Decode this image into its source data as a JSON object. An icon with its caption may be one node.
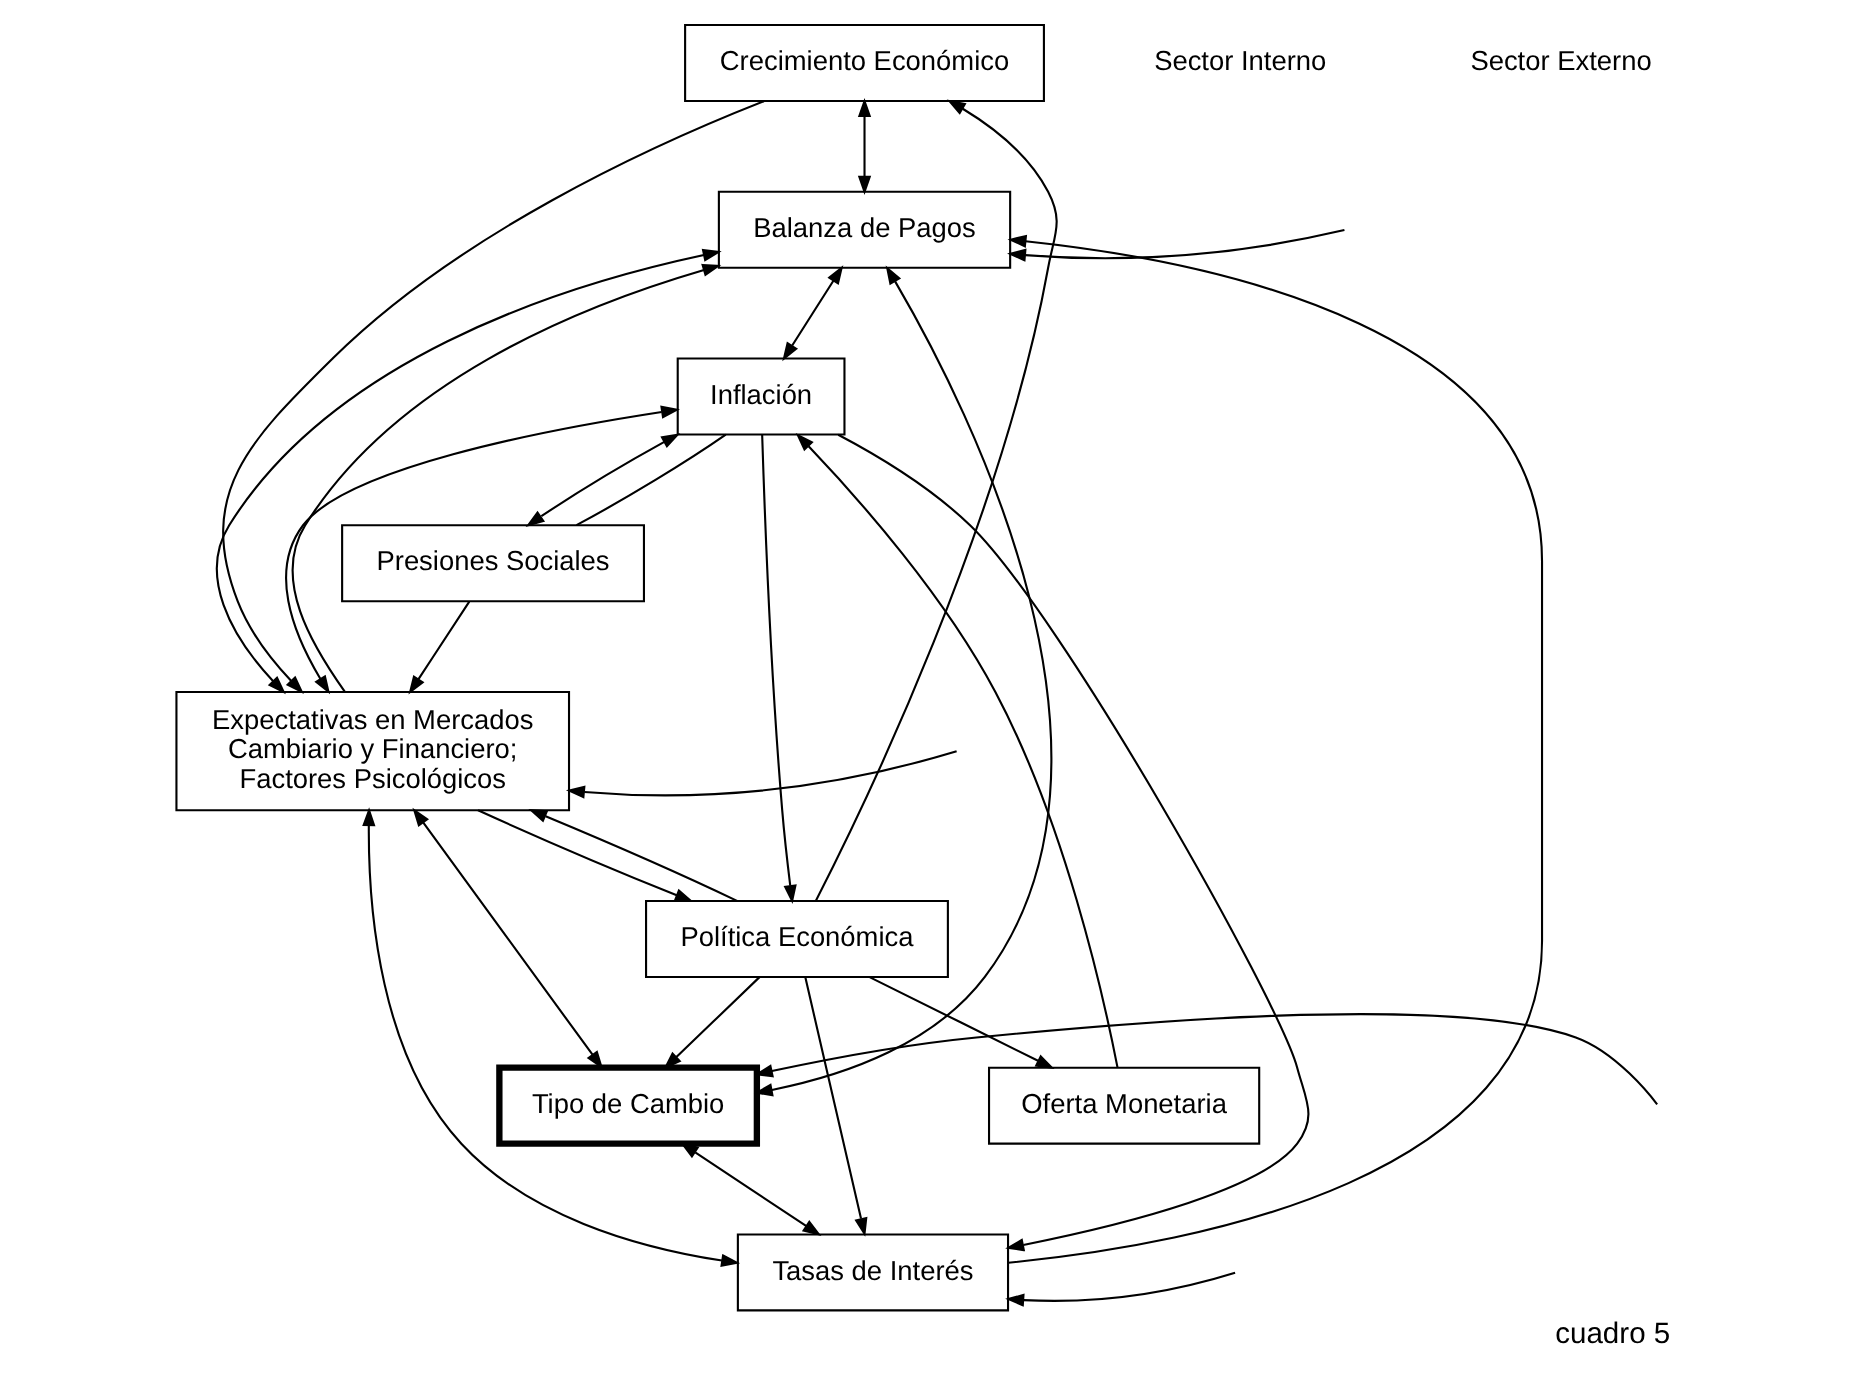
{
  "diagram": {
    "caption": "cuadro 5",
    "nodes": [
      {
        "text": [
          "Crecimiento Económico"
        ]
      },
      {
        "text": [
          "Balanza de Pagos"
        ]
      },
      {
        "text": [
          "Expectativas en Mercados Cambiario y Financiero; Factores Psicológicos"
        ]
      },
      {
        "text": [
          "Política Económica"
        ]
      },
      {
        "text": [
          "Tipo de Cambio"
        ]
      },
      {
        "text": [
          "Oferta Monetaria"
        ]
      },
      {
        "text": [
          "Inflación"
        ]
      },
      {
        "text": [
          "Tasas de Interés"
        ]
      },
      {
        "text": [
          "Presiones Sociales"
        ]
      }
    ],
    "edges": [
      {
        "from": 0,
        "to": 1,
        "arrow": "both"
      },
      {
        "from": 0,
        "to": 2,
        "arrow": "to"
      },
      {
        "from": 3,
        "to": 0,
        "arrow": "to"
      },
      {
        "from": 3,
        "to": 2,
        "arrow": "to"
      },
      {
        "from": 2,
        "to": 1,
        "arrow": "both"
      },
      {
        "from": 2,
        "to": 1,
        "arrow": "to"
      },
      {
        "from": null,
        "to": 1,
        "arrow": "to"
      },
      {
        "from": null,
        "to": 2,
        "arrow": "to"
      },
      {
        "from": 2,
        "to": 3,
        "arrow": "to"
      },
      {
        "from": 2,
        "to": 6,
        "arrow": "both"
      },
      {
        "from": 8,
        "to": 2,
        "arrow": "to"
      },
      {
        "from": 2,
        "to": 7,
        "arrow": "both"
      },
      {
        "from": 2,
        "to": 4,
        "arrow": "both"
      },
      {
        "from": 1,
        "to": 6,
        "arrow": "both"
      },
      {
        "from": 7,
        "to": 1,
        "arrow": "to"
      },
      {
        "from": 1,
        "to": 4,
        "arrow": "both"
      },
      {
        "from": 3,
        "to": 4,
        "arrow": "to"
      },
      {
        "from": null,
        "to": 4,
        "arrow": "to"
      },
      {
        "from": 3,
        "to": 5,
        "arrow": "to"
      },
      {
        "from": 6,
        "to": 3,
        "arrow": "to"
      },
      {
        "from": 3,
        "to": 7,
        "arrow": "to"
      },
      {
        "from": 5,
        "to": 6,
        "arrow": "to"
      },
      {
        "from": 4,
        "to": 7,
        "arrow": "both"
      },
      {
        "from": 6,
        "to": 7,
        "arrow": "to"
      },
      {
        "from": null,
        "to": 7,
        "arrow": "to"
      },
      {
        "from": 6,
        "to": 8,
        "arrow": "both"
      },
      {
        "from": 6,
        "to": 8,
        "arrow": "none"
      }
    ],
    "labels": [
      "Sector Interno",
      "Sector Externo"
    ]
  }
}
